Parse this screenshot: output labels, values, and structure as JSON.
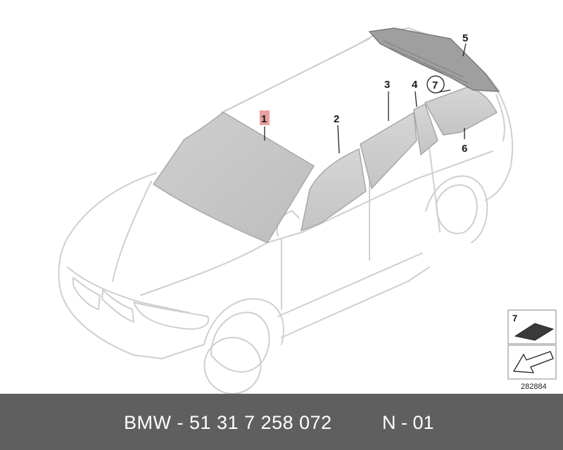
{
  "diagram": {
    "callouts": {
      "windscreen": "1",
      "front_door_window": "2",
      "rear_door_window": "3",
      "rear_door_fixed_window": "4",
      "rear_window": "5",
      "side_window": "6",
      "adhesive_circle": "7"
    },
    "inset": {
      "label": "7"
    },
    "diagram_number": "282884"
  },
  "footer": {
    "part_number": "BMW - 51 31 7 258 072",
    "position": "N - 01"
  },
  "colors": {
    "glass": "#c8c8c8",
    "car_outline": "#d4d4d4",
    "highlight": "#e8a0a0",
    "footer_bg": "#5f5f5f"
  }
}
